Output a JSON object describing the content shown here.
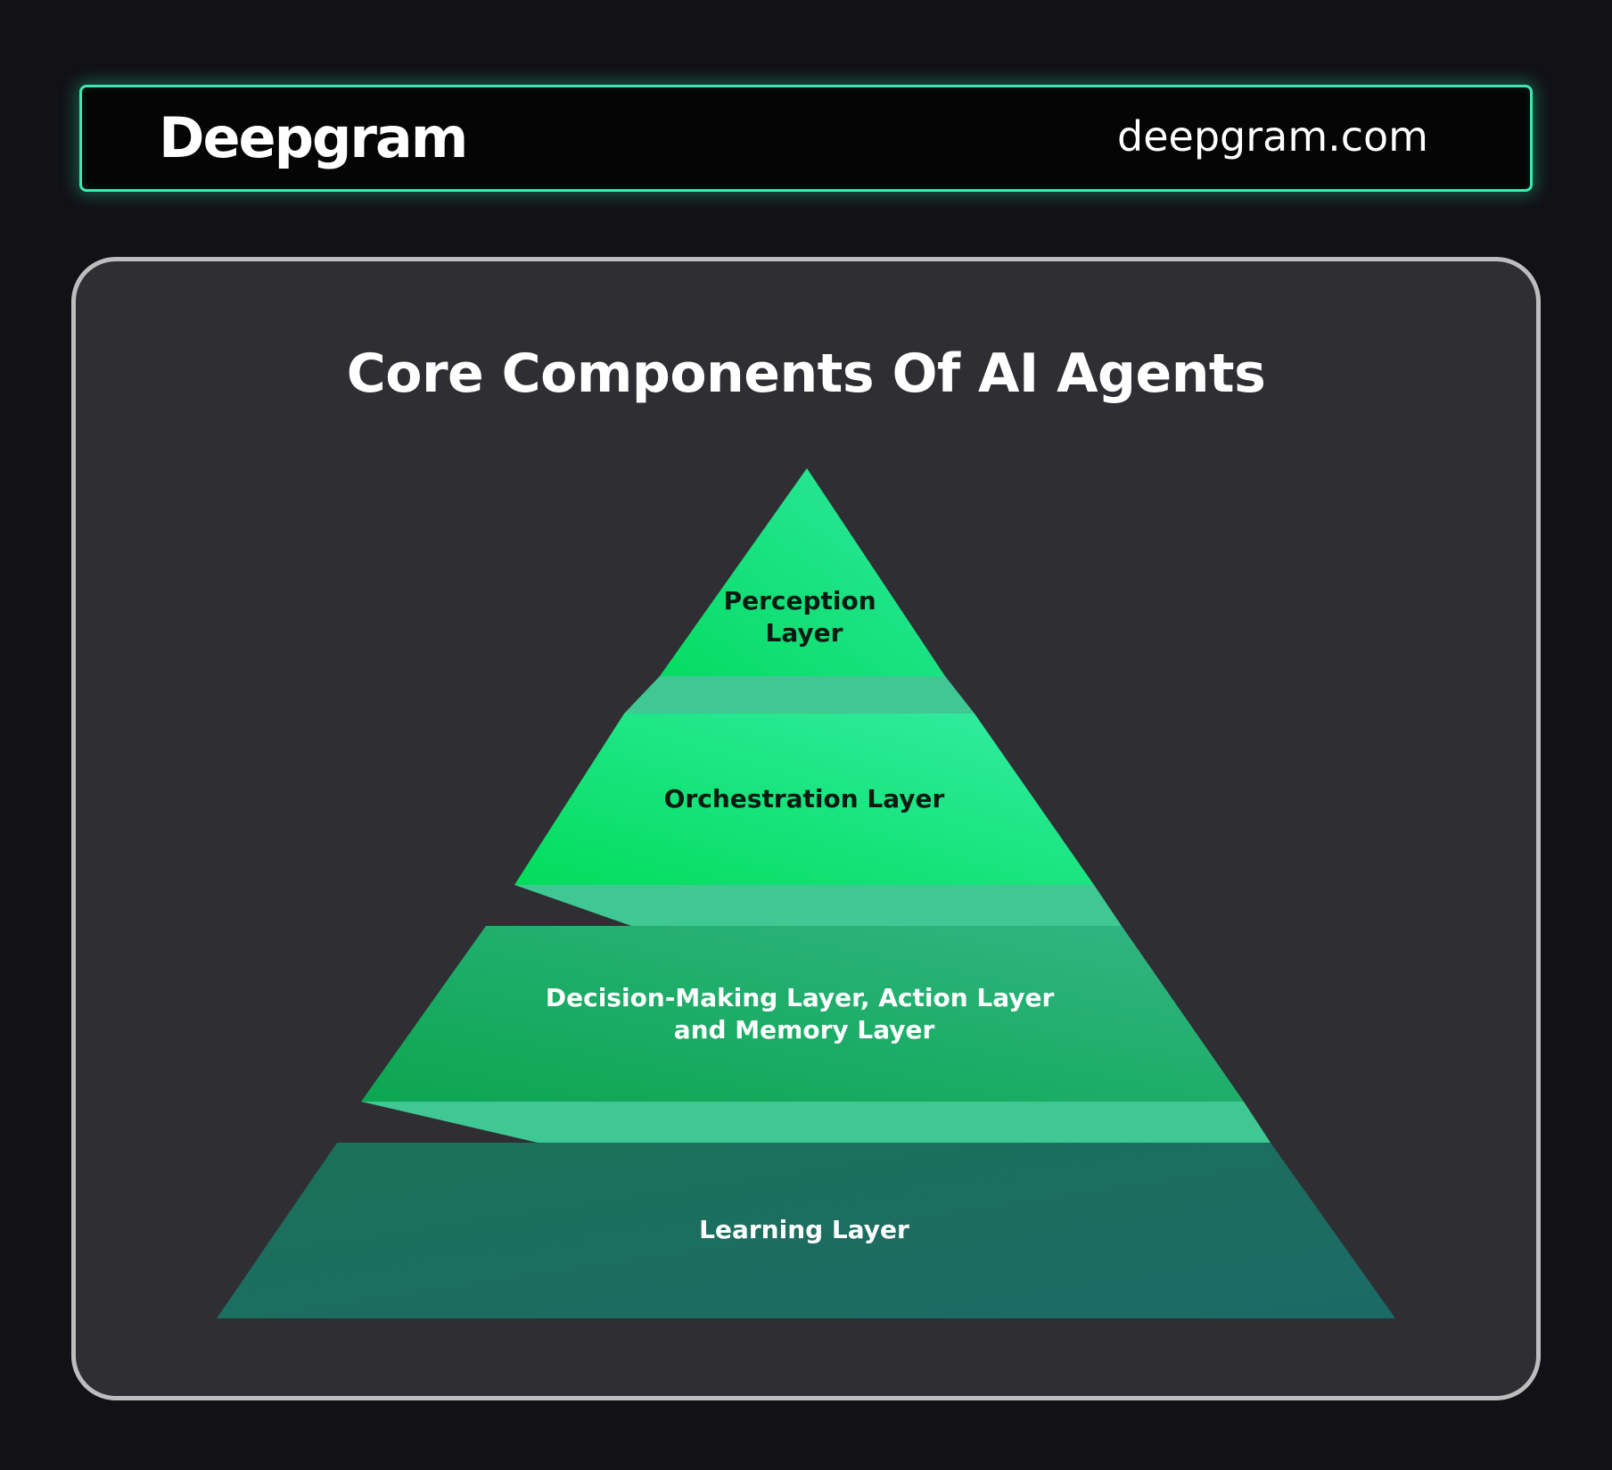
{
  "header": {
    "logo_text": "Deepgram",
    "url": "deepgram.com"
  },
  "diagram": {
    "title": "Core Components Of AI Agents",
    "layers": [
      {
        "lines": [
          "Perception",
          "Layer"
        ],
        "text_color": "#0b1a12"
      },
      {
        "lines": [
          "Orchestration Layer"
        ],
        "text_color": "#0b1a12"
      },
      {
        "lines": [
          "Decision-Making Layer, Action Layer",
          "and Memory Layer"
        ],
        "text_color": "#ffffff"
      },
      {
        "lines": [
          "Learning Layer"
        ],
        "text_color": "#ffffff"
      }
    ]
  },
  "colors": {
    "accent": "#3ee8b0",
    "connector": "#3fc893",
    "background": "#111116",
    "card": "#2e2e33"
  }
}
